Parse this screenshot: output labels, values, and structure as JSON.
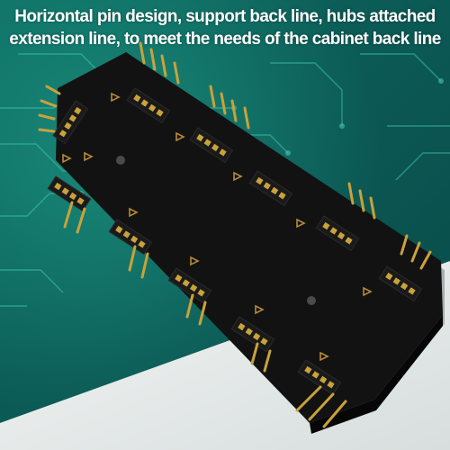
{
  "caption": {
    "line1": "Horizontal pin design, support back line, hubs attached",
    "line2": "extension line, to meet the needs of the cabinet back line"
  },
  "colors": {
    "background_teal": "#0c5a55",
    "circuit_trace": "#3fc9a8",
    "pcb_board": "#121212",
    "connector_housing": "#1a1a1a",
    "pin_gold": "#c9a23a",
    "marker_gold": "#b58a3a",
    "light_floor": "#e6ebea"
  },
  "image": {
    "subject": "pcb-hub-board-with-pin-headers"
  }
}
